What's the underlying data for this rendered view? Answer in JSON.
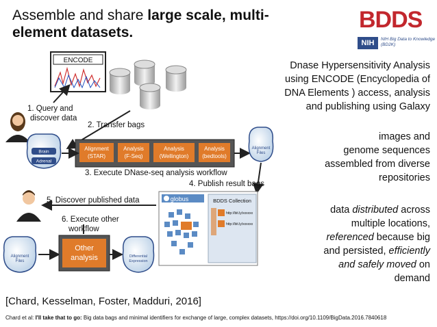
{
  "title": {
    "plain": "Assemble and share ",
    "bold": "large scale, multi-element datasets."
  },
  "logo": {
    "wordmark": "BDDS",
    "nih": "NIH",
    "subtitle": "NIH Big Data to Knowledge (BD2K)"
  },
  "diagram": {
    "encode_label": "ENCODE",
    "step1": [
      "1. Query and",
      "discover data"
    ],
    "step2": "2. Transfer bags",
    "step3": "3. Execute DNase-seq analysis workflow",
    "step4": "4. Publish result  bags",
    "step5": "5. Discover published data",
    "step6": [
      "6. Execute other",
      "workflow"
    ],
    "bag_brain": "Brain",
    "bag_adrenal": "Adrenal",
    "bag_alignment_top": [
      "Alignment",
      "Files"
    ],
    "bag_alignment_bottom": [
      "Alignment",
      "Files"
    ],
    "bag_diff": [
      "Differential",
      "Expression"
    ],
    "workflow_boxes": [
      [
        "Alignment",
        "(STAR)"
      ],
      [
        "Analysis",
        "(F-Seq)"
      ],
      [
        "Analysis",
        "(Wellington)"
      ],
      [
        "Analysis",
        "(bedtools)"
      ]
    ],
    "globus": "globus",
    "collection_title": "BDDS Collection",
    "links": [
      "http://bit.ly/xxxxxx",
      "http://bit.ly/xxxxxx"
    ],
    "other_analysis": [
      "Other",
      "analysis"
    ]
  },
  "right": {
    "p1": [
      "Dnase Hypersensitivity Analysis",
      "using ENCODE (Encyclopedia of",
      "DNA Elements ) access, analysis",
      "and publishing using Galaxy"
    ],
    "p2": [
      "images and",
      "genome sequences",
      "assembled from diverse",
      "repositories"
    ],
    "p3": {
      "line1_pre": "data ",
      "line1_em": "distributed",
      "line1_post": " across",
      "line2": "multiple locations,",
      "line3_em": "referenced",
      "line3_post": " because big",
      "line4_pre": "and persisted, ",
      "line4_em": "efficiently",
      "line5_em": "and safely moved",
      "line5_post": " on",
      "line6": "demand"
    }
  },
  "citation": "[Chard, Kesselman, Foster, Madduri, 2016]",
  "footer": {
    "pre": "Chard et al: ",
    "bold": "I'll take that to go:",
    "post": " Big data bags and minimal identifiers for exchange of large, complex datasets, https://doi.org/10.1109/BigData.2016.7840618"
  },
  "colors": {
    "orange": "#e07b2a",
    "navy": "#2f4d8a",
    "logo_red": "#c2272d"
  }
}
